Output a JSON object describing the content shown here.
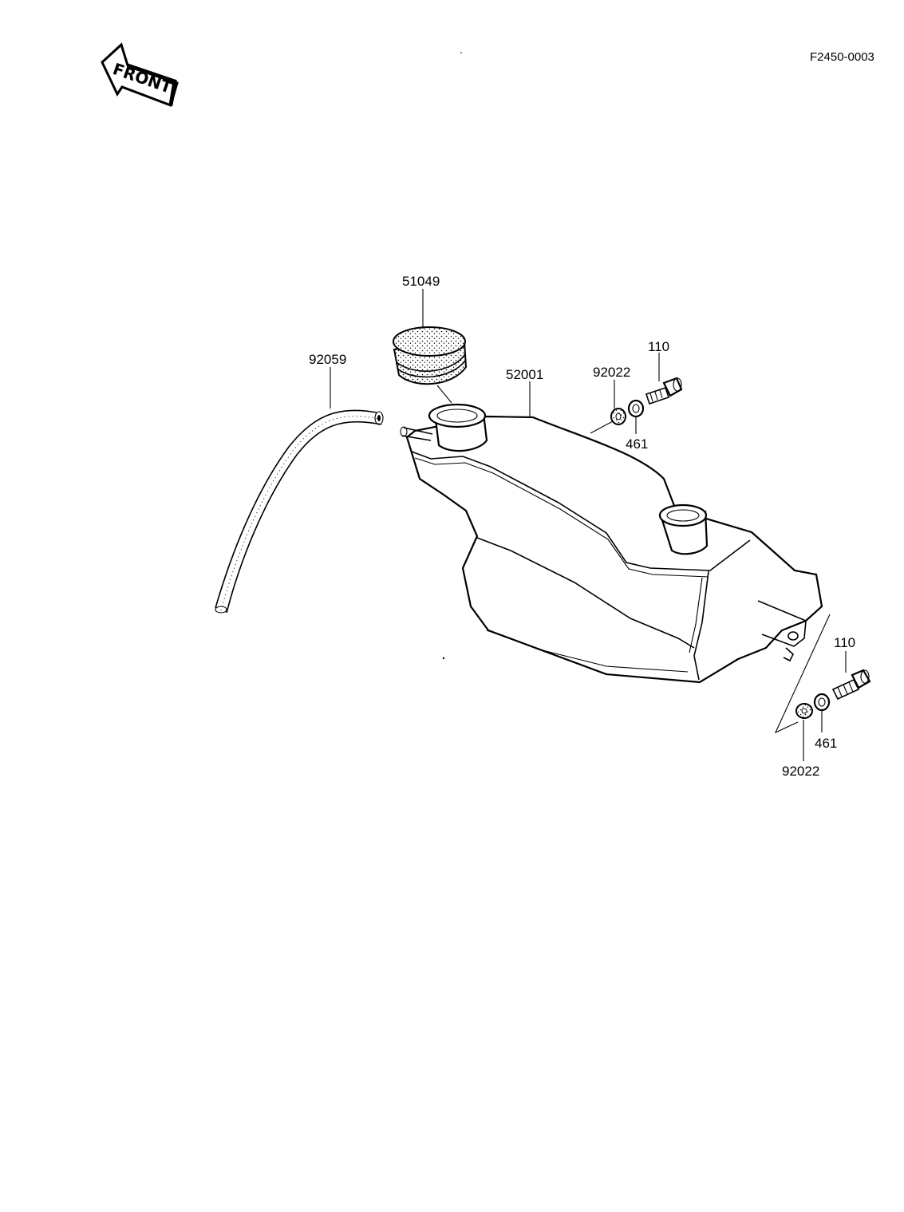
{
  "figure_id": "F2450-0003",
  "front_label": "FRONT",
  "parts": {
    "cap": "51049",
    "hose": "92059",
    "tank": "52001",
    "washer_top": "92022",
    "bolt_top": "110",
    "collar_top": "461",
    "bolt_bottom": "110",
    "collar_bottom": "461",
    "washer_bottom": "92022"
  }
}
